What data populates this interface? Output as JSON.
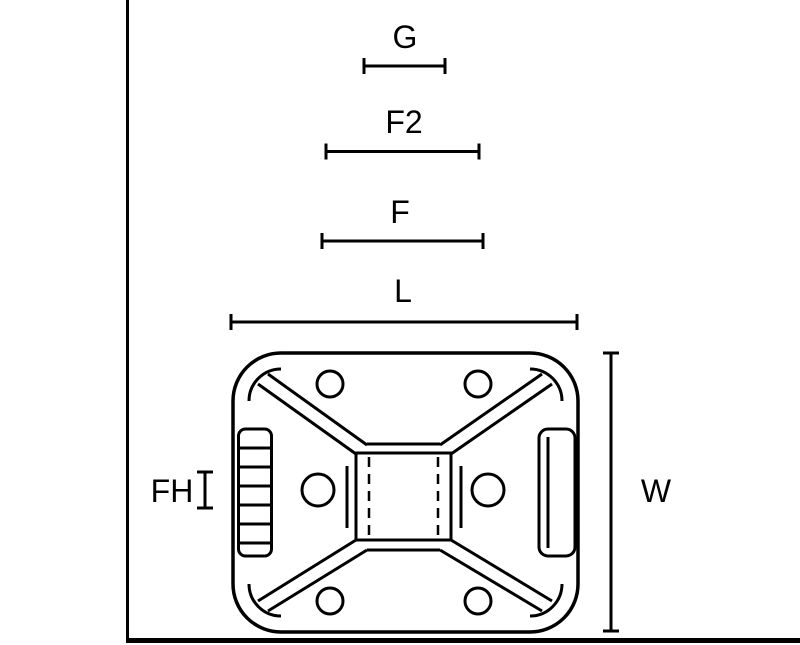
{
  "diagram": {
    "labels": {
      "g": "G",
      "f2": "F2",
      "f": "F",
      "l": "L",
      "fh": "FH",
      "w": "W"
    },
    "colors": {
      "line": "#000000",
      "background": "#ffffff"
    }
  }
}
